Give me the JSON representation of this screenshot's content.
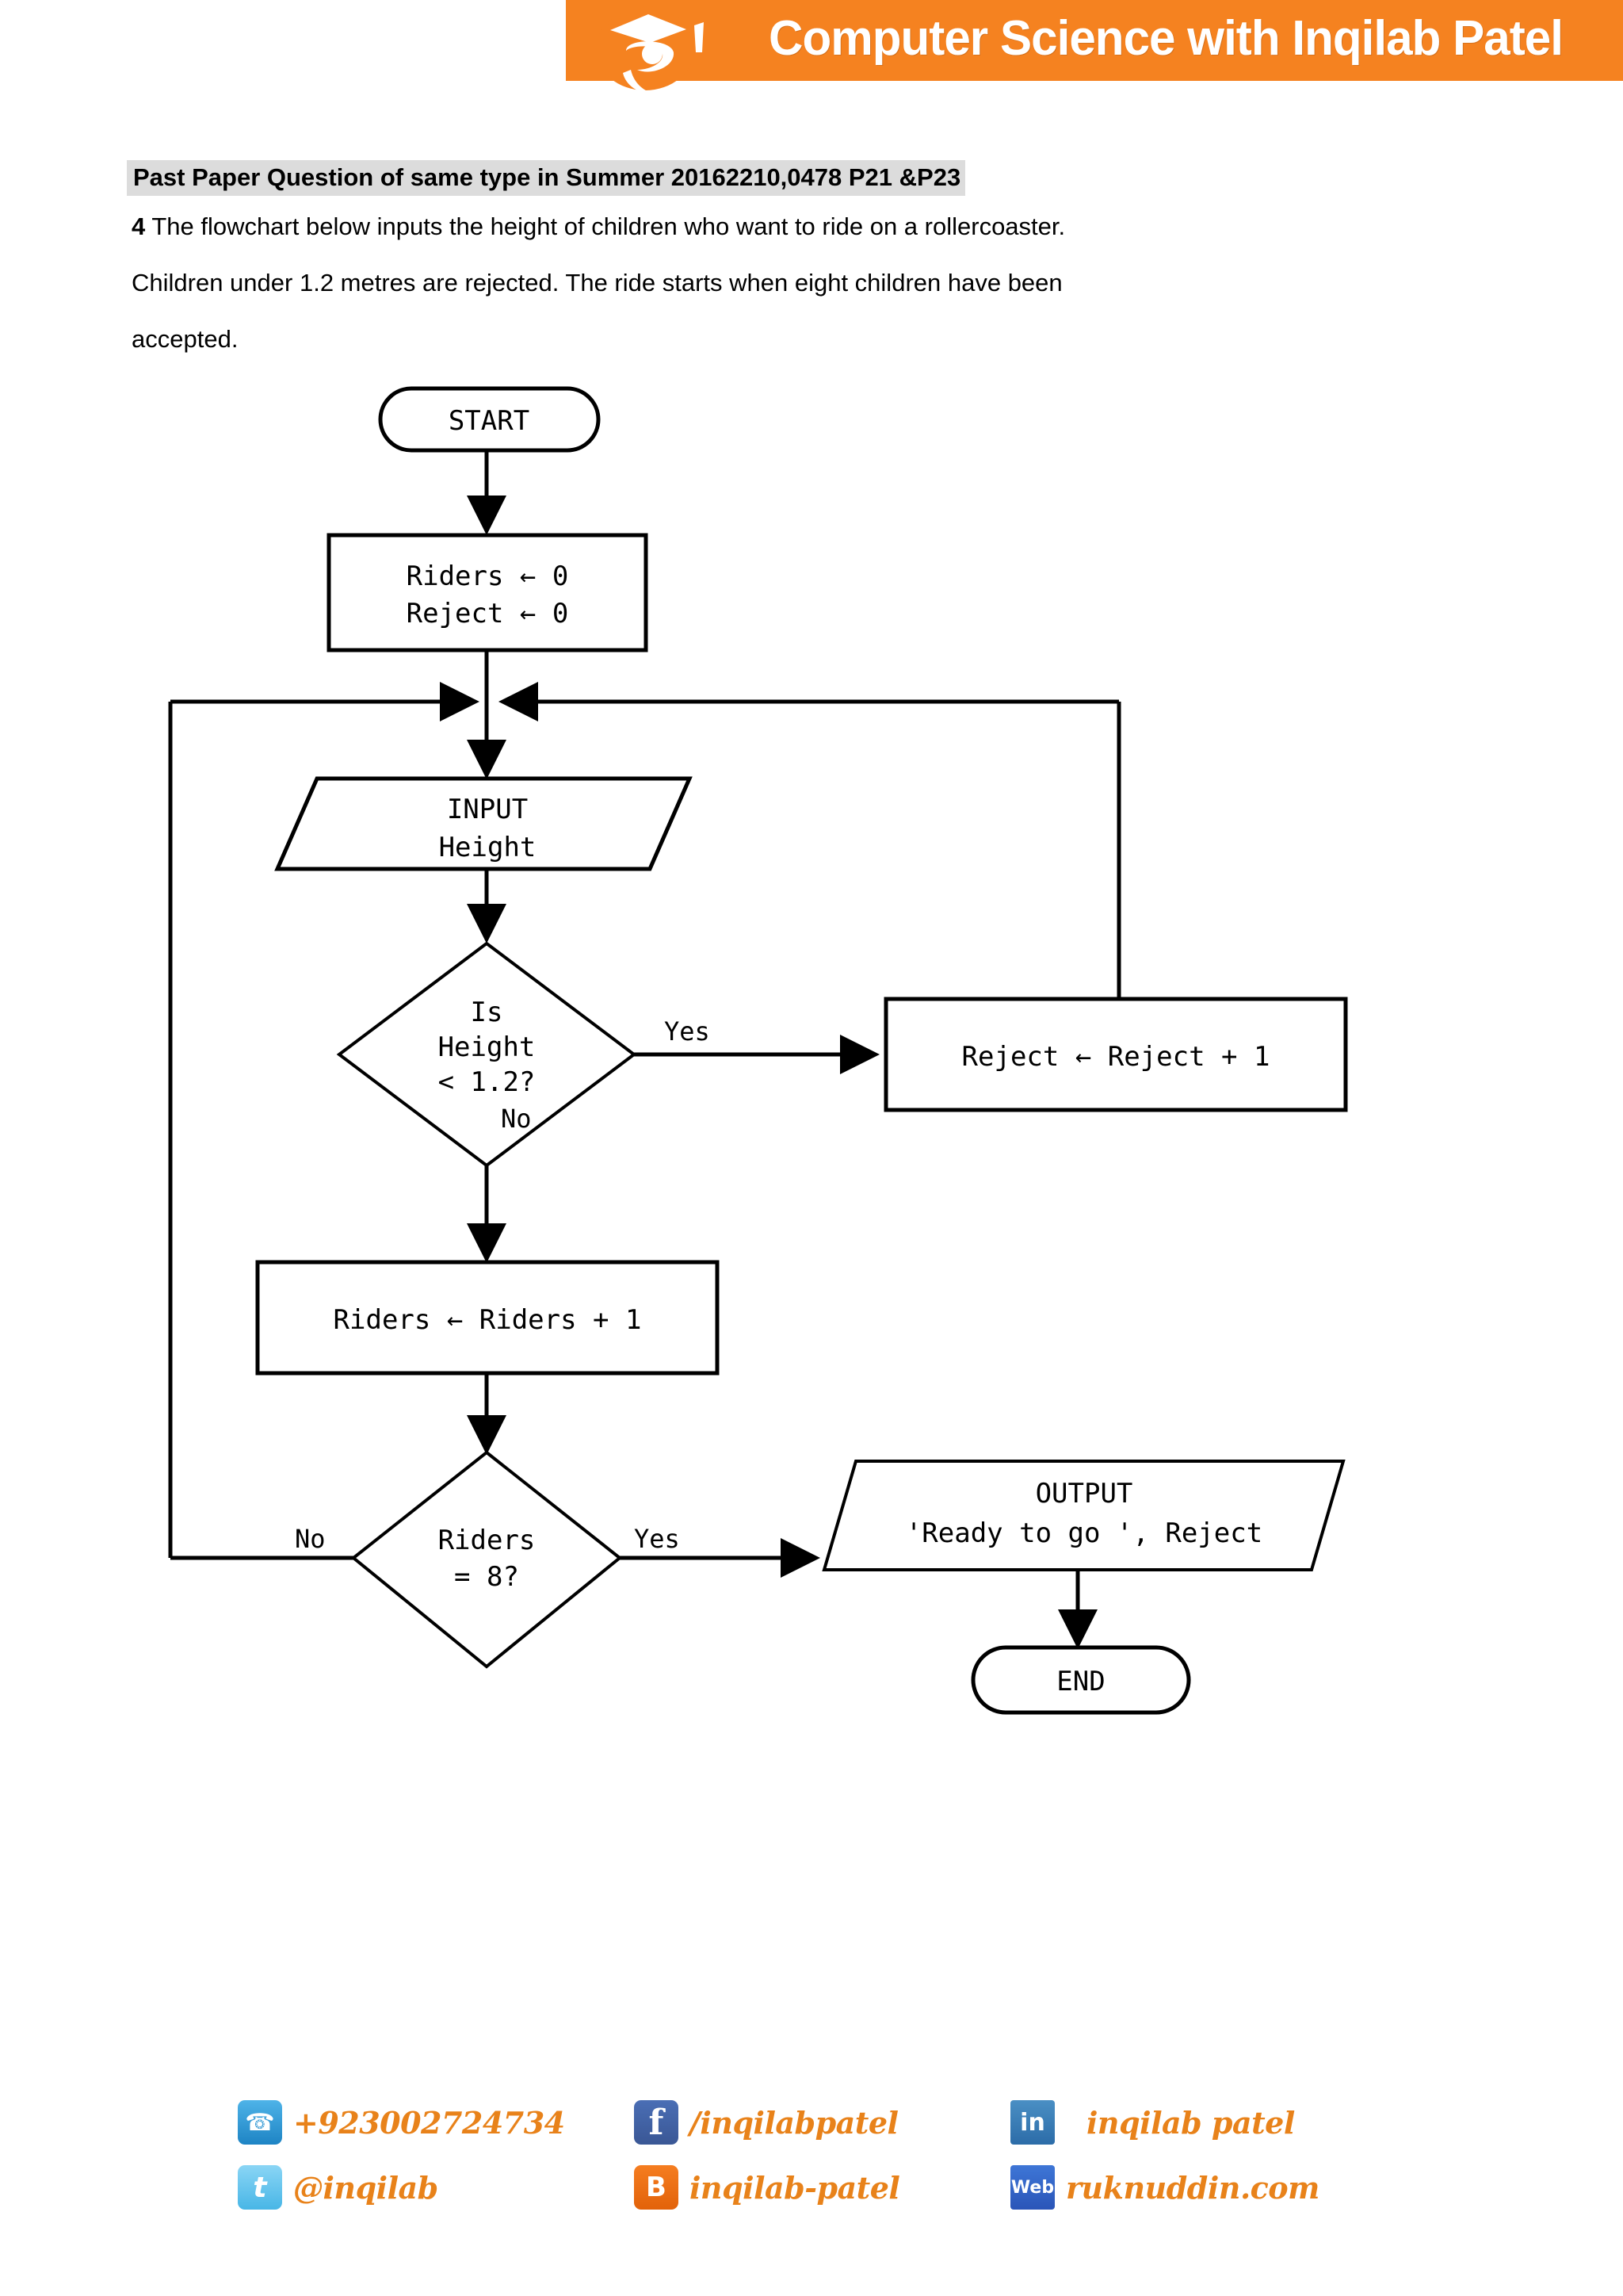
{
  "header": {
    "title": "Computer Science with Inqilab Patel",
    "banner_color": "#F58220",
    "logo_name": "graduation-cap-logo"
  },
  "document": {
    "heading": "Past Paper Question of same type in Summer 20162210,0478 P21 &P23",
    "heading_highlight_color": "#DCDCDC",
    "question_number": "4",
    "body_line_1": "The flowchart below inputs the height of children who want to ride on a rollercoaster.",
    "body_line_2": "Children under 1.2 metres are rejected. The ride starts when eight children have been",
    "body_line_3": "accepted."
  },
  "flowchart": {
    "start": "START",
    "init_line_1": "Riders ← 0",
    "init_line_2": "Reject ← 0",
    "input_line_1": "INPUT",
    "input_line_2": "Height",
    "decision1_line_1": "Is",
    "decision1_line_2": "Height",
    "decision1_line_3": "< 1.2?",
    "decision1_yes": "Yes",
    "decision1_no": "No",
    "reject_box": "Reject ← Reject + 1",
    "riders_box": "Riders ← Riders + 1",
    "decision2_line_1": "Riders",
    "decision2_line_2": "= 8?",
    "decision2_yes": "Yes",
    "decision2_no": "No",
    "output_line_1": "OUTPUT",
    "output_line_2": "'Ready to go ', Reject",
    "end": "END"
  },
  "footer": {
    "accent_color": "#E8821A",
    "items": [
      {
        "icon": "phone-icon",
        "glyph": "☎",
        "label": "+923002724734",
        "column": 1
      },
      {
        "icon": "twitter-icon",
        "glyph": "t",
        "label": "@inqilab",
        "column": 1
      },
      {
        "icon": "facebook-icon",
        "glyph": "f",
        "label": "/inqilabpatel",
        "column": 2
      },
      {
        "icon": "blogger-icon",
        "glyph": "B",
        "label": "inqilab-patel",
        "column": 2
      },
      {
        "icon": "linkedin-icon",
        "glyph": "in",
        "label": "inqilab patel",
        "column": 3
      },
      {
        "icon": "web-icon",
        "glyph": "Web",
        "label": "ruknuddin.com",
        "column": 3
      }
    ]
  }
}
